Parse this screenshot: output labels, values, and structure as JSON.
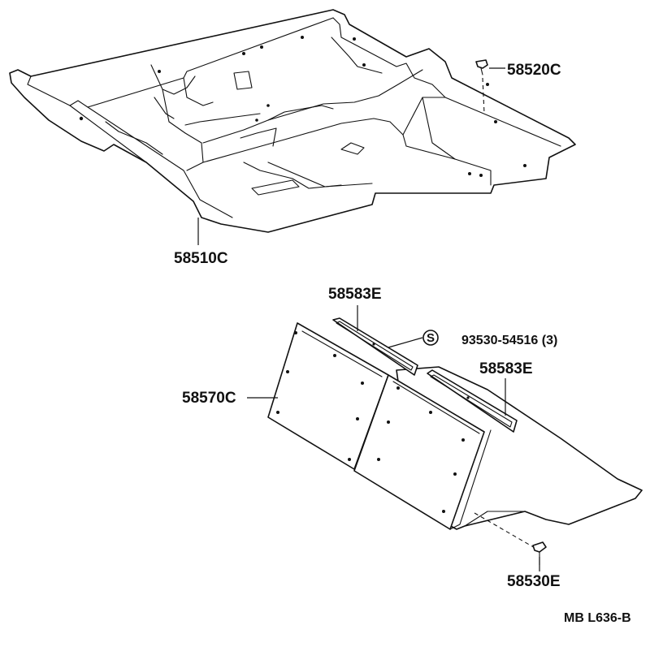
{
  "diagram": {
    "ref_code": "MB L636-B",
    "callouts": {
      "floor_pan": "58510C",
      "plug": "58520C",
      "panel": "58570C",
      "rail_upper": "58583E",
      "rail_right": "58583E",
      "screw": "93530-54516 (3)",
      "screw_symbol": "S",
      "clip": "58530E"
    }
  }
}
